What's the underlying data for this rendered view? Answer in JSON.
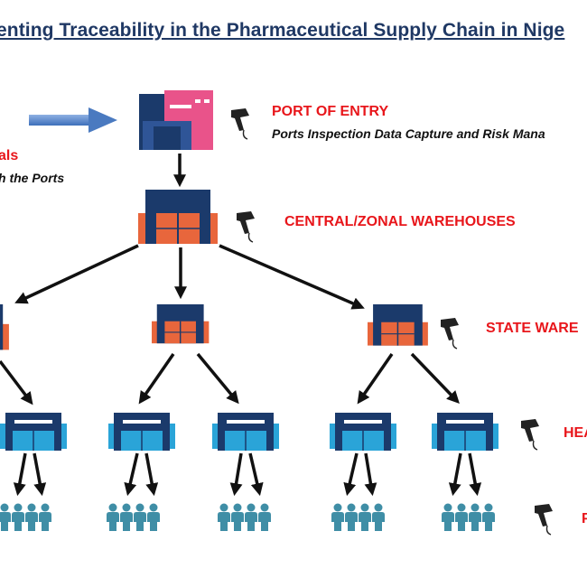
{
  "title": "enting Traceability in the Pharmaceutical Supply Chain in Nige",
  "labels": {
    "port_of_entry": "PORT OF ENTRY",
    "port_subtitle": "Ports Inspection Data Capture and Risk Mana",
    "left_red_fragment": "als",
    "left_sub_fragment": "h the Ports",
    "central": "CENTRAL/ZONAL WAREHOUSES",
    "state": "STATE WARE",
    "health": "HEA",
    "patients": "P"
  },
  "colors": {
    "title": "#1f3864",
    "label_red": "#e8161b",
    "navy": "#1b3a6b",
    "orange": "#e8663c",
    "pink": "#e9538a",
    "cyan": "#2aa4d8",
    "teal_people": "#3f8ea6",
    "arrow": "#111111",
    "flow_arrow": "#4a7ac0"
  },
  "icons": [
    "arrow-right-icon",
    "port-building-icon",
    "warehouse-icon",
    "health-facility-icon",
    "people-group-icon",
    "barcode-scanner-icon"
  ]
}
